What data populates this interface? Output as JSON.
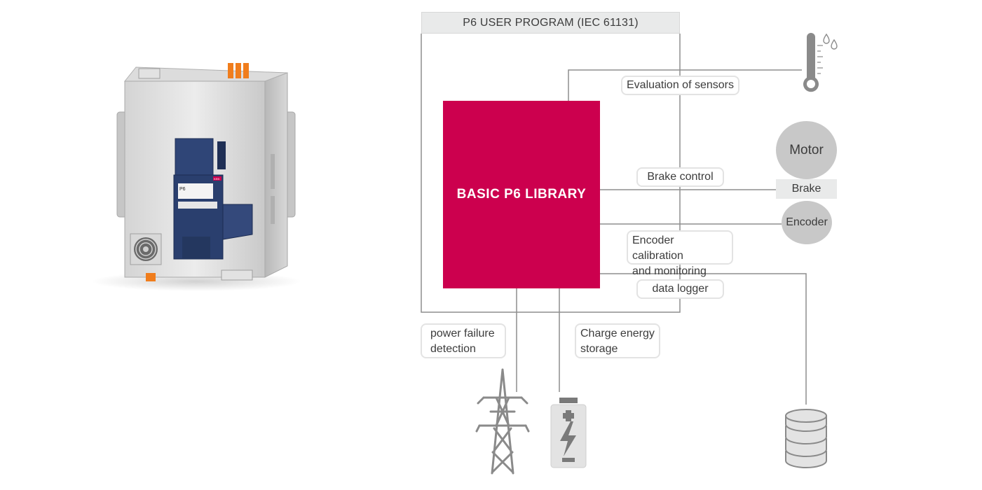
{
  "program_frame": {
    "title": "P6 USER PROGRAM (IEC 61131)"
  },
  "core": {
    "label": "BASIC P6 LIBRARY"
  },
  "device": {
    "module_label": "P6",
    "brand_badge": "KEB"
  },
  "functions": {
    "sensors": "Evaluation of sensors",
    "brake": "Brake control",
    "encoder": "Encoder calibration\nand monitoring",
    "logger": "data logger",
    "power_failure": "power failure\ndetection",
    "charge": "Charge energy\nstorage"
  },
  "peripherals": {
    "motor": "Motor",
    "brake": "Brake",
    "encoder": "Encoder",
    "thermometer_icon": "thermometer-icon",
    "pylon_icon": "power-pylon-icon",
    "battery_icon": "battery-icon",
    "database_icon": "database-icon"
  },
  "colors": {
    "core": "#cc004e",
    "device_blue": "#2a3f6e",
    "line": "#8e8e8e",
    "icon": "#8a8a8a"
  }
}
